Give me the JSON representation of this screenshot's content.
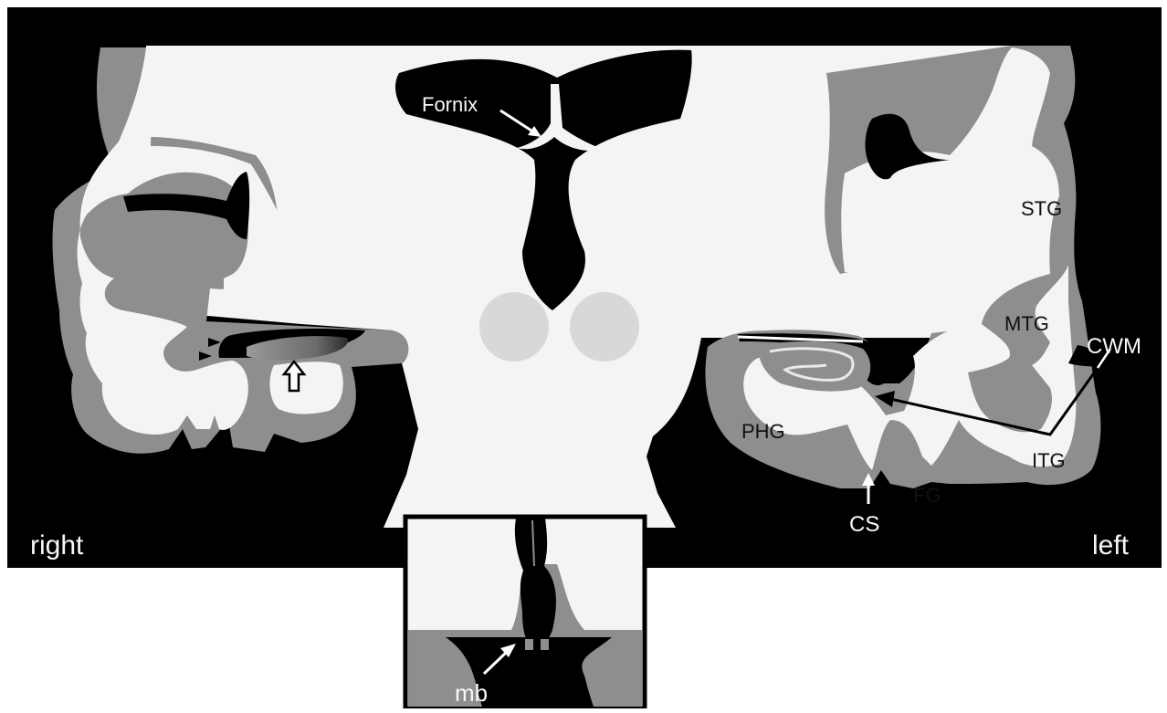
{
  "labels": {
    "fornix": "Fornix",
    "stg": "STG",
    "mtg": "MTG",
    "cwm": "CWM",
    "phg": "PHG",
    "itg": "ITG",
    "fg": "FG",
    "cs": "CS",
    "side_right": "right",
    "side_left": "left",
    "mb": "mb"
  },
  "colors": {
    "background": "#000000",
    "white_matter": "#f4f4f4",
    "gray_matter": "#8e8e8e",
    "ventricle": "#000000",
    "nuclei": "#d8d8d8"
  }
}
